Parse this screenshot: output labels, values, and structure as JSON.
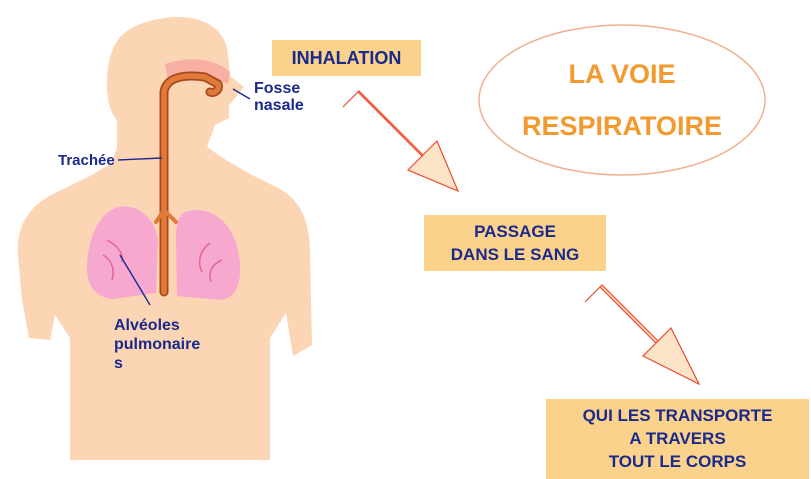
{
  "title": {
    "line1": "LA VOIE",
    "line2": "RESPIRATOIRE"
  },
  "labels": {
    "nasal_line1": "Fosse",
    "nasal_line2": "nasale",
    "trachea": "Trachée",
    "alveoli_line1": "Alvéoles",
    "alveoli_line2": "pulmonaire",
    "alveoli_line3": "s"
  },
  "steps": {
    "inhalation": "INHALATION",
    "blood_line1": "PASSAGE",
    "blood_line2": "DANS LE SANG",
    "transport_line1": "QUI LES TRANSPORTE",
    "transport_line2": "A TRAVERS",
    "transport_line3": "TOUT LE CORPS"
  },
  "colors": {
    "skin": "#fcd5b4",
    "lung": "#f7a8cf",
    "airway": "#e07a3b",
    "label_text": "#1a2a8c",
    "step_box": "#fbd28b",
    "arrow_fill": "#fde3c8",
    "arrow_stroke": "#ee4a2a",
    "title_text": "#f39a2f"
  }
}
